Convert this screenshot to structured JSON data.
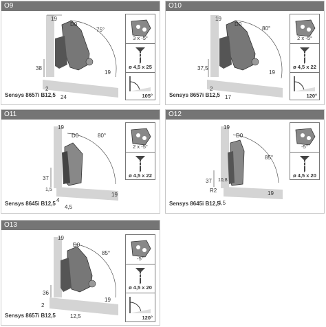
{
  "panels": [
    {
      "id": "O9",
      "model": "Sensys 8657i B12,5",
      "angle": "75°",
      "adjust": "3 x -5°",
      "screw": "ø 4,5 x 25",
      "opening": "105°",
      "dims": {
        "top": "19",
        "d0": "D0",
        "h": "38",
        "bottom_a": "2",
        "bottom_b": "24",
        "right": "19"
      }
    },
    {
      "id": "O10",
      "model": "Sensys 8657i B12,5",
      "angle": "80°",
      "adjust": "2 x -5°",
      "screw": "ø 4,5 x 22",
      "opening": "120°",
      "dims": {
        "top": "19",
        "d0": "D0",
        "h": "37,5",
        "bottom_a": "2",
        "bottom_b": "17",
        "right": "19"
      }
    },
    {
      "id": "O11",
      "model": "Sensys 8645i B12,5",
      "angle": "80°",
      "adjust": "2 x -5°",
      "screw": "ø 4,5 x 22",
      "opening": "",
      "dims": {
        "top": "19",
        "d0": "D0",
        "h": "37",
        "h2": "1,5",
        "bottom_a": "4",
        "bottom_b": "4,5",
        "right": "19"
      }
    },
    {
      "id": "O12",
      "model": "Sensys 8645i B12,5",
      "angle": "85°",
      "adjust": "-5°",
      "screw": "ø 4,5 x 20",
      "opening": "",
      "dims": {
        "top": "19",
        "d0": "D0",
        "h": "37",
        "h2": "10,8",
        "r": "R2",
        "bottom_b": "4,5",
        "right": "19"
      }
    },
    {
      "id": "O13",
      "model": "Sensys 8657i B12,5",
      "angle": "85°",
      "adjust": "-5°",
      "screw": "ø 4,5 x 20",
      "opening": "120°",
      "dims": {
        "top": "19",
        "d0": "D0",
        "h": "36",
        "bottom_a": "2",
        "bottom_b": "12,5",
        "right": "19"
      }
    }
  ]
}
